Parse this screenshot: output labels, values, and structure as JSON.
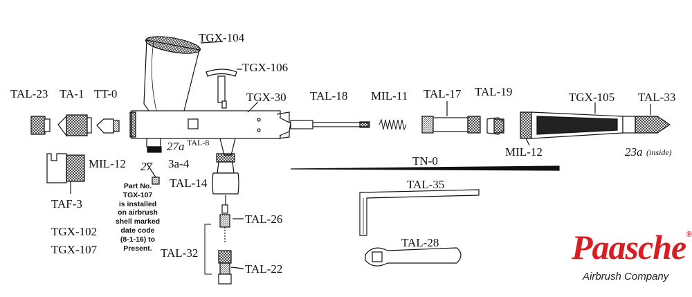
{
  "labels": {
    "tgx104": "TGX-104",
    "tgx106": "TGX-106",
    "tgx30": "TGX-30",
    "tal23": "TAL-23",
    "ta1": "TA-1",
    "tt0": "TT-0",
    "tal18": "TAL-18",
    "mil11": "MIL-11",
    "tal17": "TAL-17",
    "tal19": "TAL-19",
    "tgx105": "TGX-105",
    "tal33": "TAL-33",
    "mil12_left": "MIL-12",
    "mil12_right": "MIL-12",
    "n27a": "27a",
    "tal8": "TAL-8",
    "n23a": "23a",
    "inside": "(inside)",
    "n27": "27",
    "n3a4": "3a-4",
    "tn0": "TN-0",
    "tal35": "TAL-35",
    "taf3": "TAF-3",
    "tal14": "TAL-14",
    "tal26": "TAL-26",
    "tgx102": "TGX-102",
    "tgx107": "TGX-107",
    "tal32": "TAL-32",
    "tal22": "TAL-22",
    "tal28": "TAL-28"
  },
  "note": {
    "line1": "Part No.",
    "line2": "TGX-107",
    "line3": "is installed",
    "line4": "on airbrush",
    "line5": "shell marked",
    "line6": "date code",
    "line7": "(8-1-16) to",
    "line8": "Present."
  },
  "brand": {
    "name": "Paasche",
    "registered": "®",
    "tagline": "Airbrush Company",
    "color": "#d81e22"
  }
}
